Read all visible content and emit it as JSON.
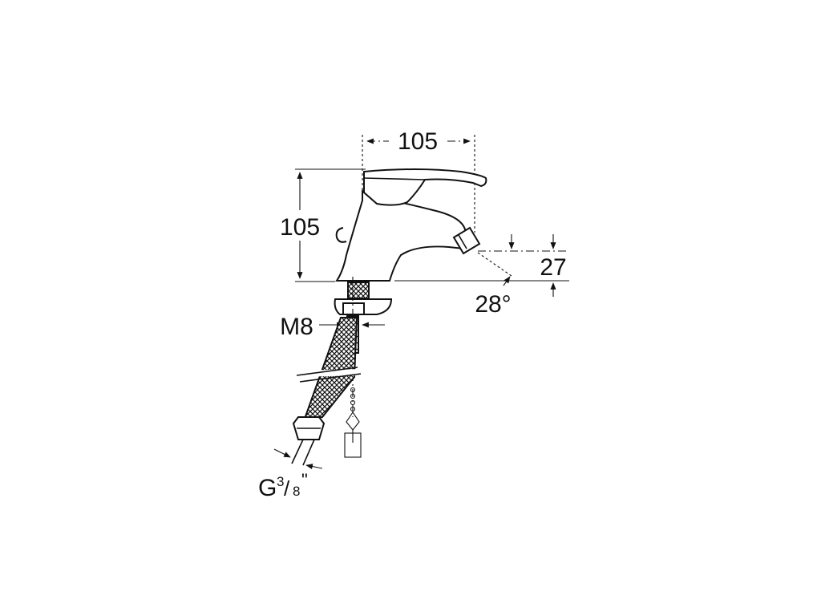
{
  "dimensions": {
    "spout_reach": "105",
    "height": "105",
    "outlet_height": "27",
    "angle": "28°",
    "thread": "M8",
    "connection_prefix": "G",
    "connection_fraction_num": "3",
    "connection_fraction_den": "8",
    "connection_suffix": "\""
  }
}
